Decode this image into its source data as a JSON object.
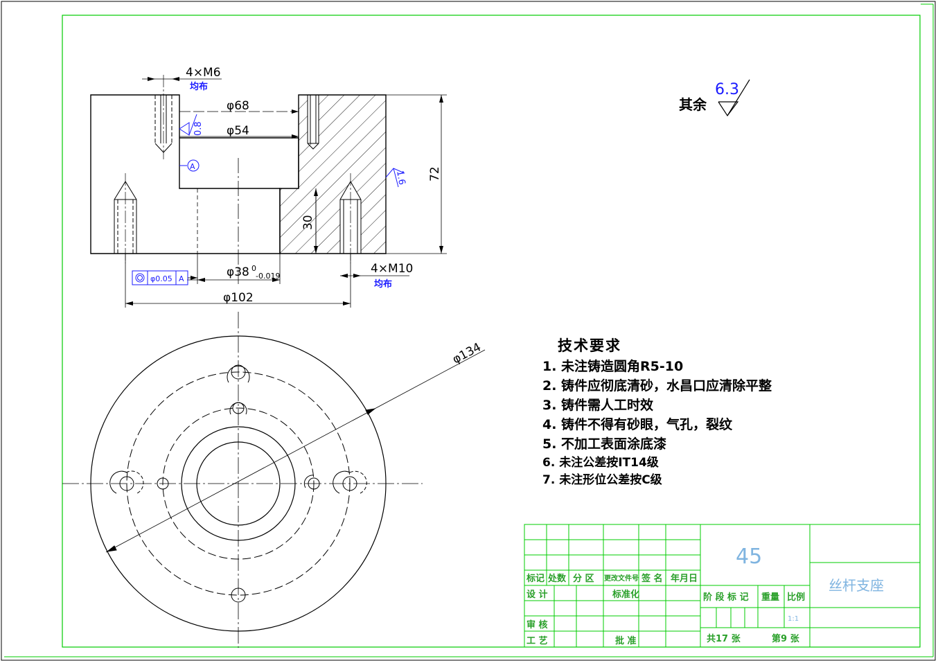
{
  "drawing": {
    "surface_finish_rest_label": "其余",
    "surface_finish_rest_value": "6.3",
    "roughness_bore": "0.8",
    "roughness_side": "1.6",
    "datum_label": "A",
    "dimensions": {
      "d68": "φ68",
      "d54": "φ54",
      "h72": "72",
      "h30": "30",
      "d38": "φ38",
      "d38_tol_upper": "0",
      "d38_tol_lower": "-0.019",
      "d102": "φ102",
      "d134": "φ134"
    },
    "threads": {
      "top": "4×M6",
      "top_note": "均布",
      "bottom": "4×M10",
      "bottom_note": "均布"
    },
    "tolerance_frame": {
      "value": "φ0.05",
      "datum": "A"
    }
  },
  "requirements": {
    "title": "技术要求",
    "items": [
      "1. 未注铸造圆角R5-10",
      "2. 铸件应彻底清砂，水昌口应清除平整",
      "3. 铸件需人工时效",
      "4. 铸件不得有砂眼，气孔，裂纹",
      "5. 不加工表面涂底漆",
      "6. 未注公差按IT14级",
      "7. 未注形位公差按C级"
    ]
  },
  "title_block": {
    "material": "45",
    "part_name": "丝杆支座",
    "col_mark": "标记",
    "col_count": "处数",
    "col_zone": "分 区",
    "col_doc": "更改文件号",
    "col_sign": "签 名",
    "col_date": "年月日",
    "designer": "设 计",
    "standard": "标准化",
    "stage_mark": "阶 段 标 记",
    "weight": "重量",
    "scale": "比例",
    "scale_value": "1:1",
    "checker": "审 核",
    "process": "工 艺",
    "approve": "批 准",
    "total_sheets": "共17 张",
    "sheet_no": "第9 张"
  },
  "colors": {
    "frame": "#00cc00",
    "line": "#000000",
    "annotation": "#1a1aff",
    "title_block_text": "#2aa02a"
  }
}
